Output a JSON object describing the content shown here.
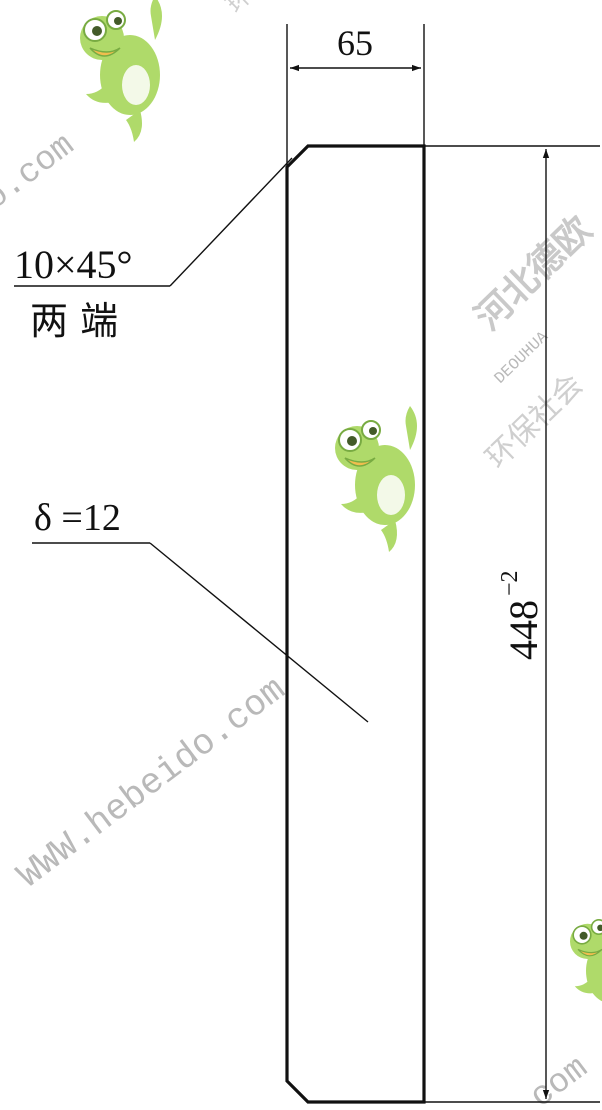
{
  "drawing": {
    "width_dim": "65",
    "length_dim": "448",
    "length_tolerance": "−2",
    "chamfer_spec": "10×45°",
    "chamfer_note": "两 端",
    "thickness_label": "δ =12"
  },
  "watermark": {
    "url_main": "WWW.hebeido.com",
    "url_top": "o.com",
    "url_bottom": "com",
    "company_line1": "河北德欧",
    "company_line2": "环保社会",
    "company_pinyin": "DEOUHUA",
    "top_fragment": "环"
  },
  "colors": {
    "ink": "#111111",
    "frog_green": "#9ccc4e",
    "frog_dark": "#6aa22e",
    "watermark_gray": "#bcbcbc"
  }
}
